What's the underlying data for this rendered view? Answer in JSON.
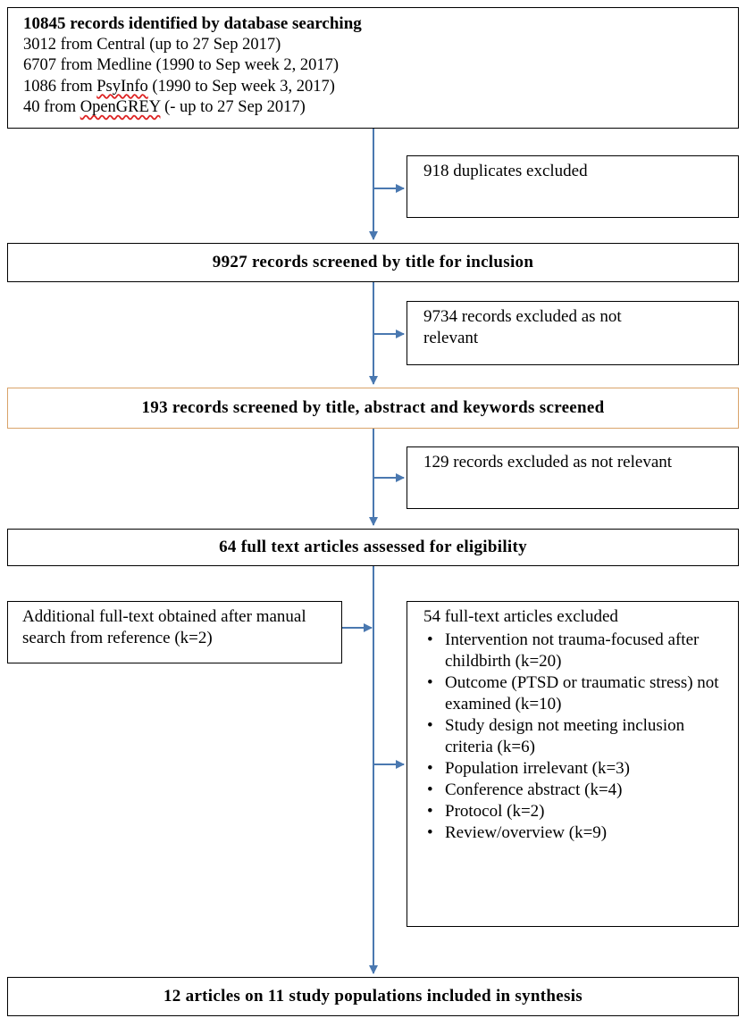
{
  "identification": {
    "title": "10845 records identified by database searching",
    "lines": [
      "3012 from Central (up to 27 Sep 2017)",
      "6707 from Medline (1990 to Sep week 2, 2017)",
      "1086 from PsyInfo (1990 to Sep week 3, 2017)",
      "40 from OpenGREY (- up to 27 Sep 2017)"
    ],
    "psyinfo_prefix": "1086 from ",
    "psyinfo_word": "PsyInfo",
    "psyinfo_suffix": " (1990 to Sep week 3, 2017)",
    "opengrey_prefix": "40 from ",
    "opengrey_word": "OpenGREY",
    "opengrey_suffix": " (- up to 27 Sep 2017)"
  },
  "duplicates": "918 duplicates excluded",
  "screened_title": "9927 records screened by title for inclusion",
  "excluded_title": "9734 records excluded as not relevant",
  "screened_abstract": "193 records screened by title, abstract and keywords screened",
  "excluded_abstract": "129 records excluded as not relevant",
  "fulltext": "64 full text articles assessed for eligibility",
  "additional": "Additional full-text obtained after manual search from reference (k=2)",
  "fulltext_excluded": {
    "title": "54 full-text articles excluded",
    "reasons": [
      "Intervention not trauma-focused after childbirth (k=20)",
      "Outcome (PTSD or traumatic stress) not examined (k=10)",
      "Study design not meeting inclusion criteria (k=6)",
      "Population irrelevant (k=3)",
      "Conference abstract (k=4)",
      "Protocol (k=2)",
      "Review/overview (k=9)"
    ]
  },
  "included": "12 articles on 11 study populations included in synthesis",
  "colors": {
    "arrow": "#4a78b0",
    "box_border": "#000000",
    "highlight_border": "#d9a36a"
  }
}
